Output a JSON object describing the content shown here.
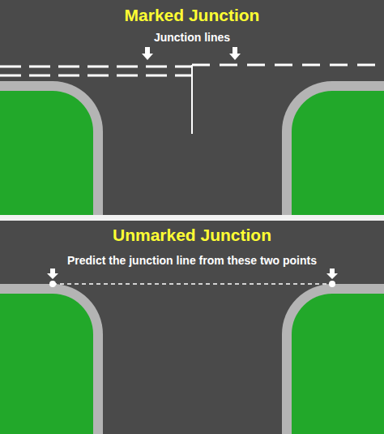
{
  "diagram": {
    "labels": [
      "Marked Junction",
      "Junction lines",
      "Unmarked Junction",
      "Predict the junction line from these two points"
    ]
  }
}
